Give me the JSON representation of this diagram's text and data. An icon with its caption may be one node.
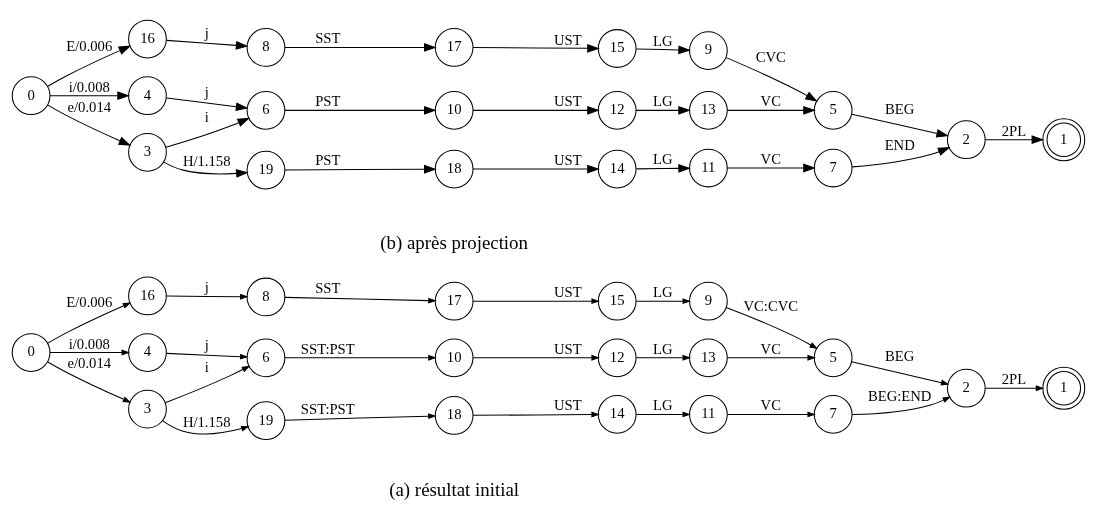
{
  "diagram": {
    "nodes": [
      {
        "text": [
          "0"
        ]
      },
      {
        "text": [
          "16"
        ]
      },
      {
        "text": [
          "4"
        ]
      },
      {
        "text": [
          "3"
        ]
      },
      {
        "text": [
          "8"
        ]
      },
      {
        "text": [
          "6"
        ]
      },
      {
        "text": [
          "19"
        ]
      },
      {
        "text": [
          "17"
        ]
      },
      {
        "text": [
          "10"
        ]
      },
      {
        "text": [
          "18"
        ]
      },
      {
        "text": [
          "15"
        ]
      },
      {
        "text": [
          "12"
        ]
      },
      {
        "text": [
          "14"
        ]
      },
      {
        "text": [
          "9"
        ]
      },
      {
        "text": [
          "13"
        ]
      },
      {
        "text": [
          "11"
        ]
      },
      {
        "text": [
          "5"
        ]
      },
      {
        "text": [
          "7"
        ]
      },
      {
        "text": [
          "2"
        ]
      },
      {
        "text": [
          "1"
        ]
      },
      {
        "text": [
          "0"
        ]
      },
      {
        "text": [
          "16"
        ]
      },
      {
        "text": [
          "4"
        ]
      },
      {
        "text": [
          "3"
        ]
      },
      {
        "text": [
          "8"
        ]
      },
      {
        "text": [
          "6"
        ]
      },
      {
        "text": [
          "19"
        ]
      },
      {
        "text": [
          "17"
        ]
      },
      {
        "text": [
          "10"
        ]
      },
      {
        "text": [
          "18"
        ]
      },
      {
        "text": [
          "15"
        ]
      },
      {
        "text": [
          "12"
        ]
      },
      {
        "text": [
          "14"
        ]
      },
      {
        "text": [
          "9"
        ]
      },
      {
        "text": [
          "13"
        ]
      },
      {
        "text": [
          "11"
        ]
      },
      {
        "text": [
          "5"
        ]
      },
      {
        "text": [
          "7"
        ]
      },
      {
        "text": [
          "2"
        ]
      },
      {
        "text": [
          "1"
        ]
      }
    ],
    "edges": [
      {
        "from": 0,
        "to": 1,
        "arrow": "to",
        "label": "E/0.006"
      },
      {
        "from": 0,
        "to": 2,
        "arrow": "to",
        "label": "i/0.008"
      },
      {
        "from": 0,
        "to": 3,
        "arrow": "to",
        "label": "e/0.014"
      },
      {
        "from": 1,
        "to": 4,
        "arrow": "to",
        "label": "j"
      },
      {
        "from": 2,
        "to": 5,
        "arrow": "to",
        "label": "j"
      },
      {
        "from": 3,
        "to": 5,
        "arrow": "to",
        "label": "i"
      },
      {
        "from": 3,
        "to": 6,
        "arrow": "to",
        "label": "H/1.158"
      },
      {
        "from": 4,
        "to": 7,
        "arrow": "to",
        "label": "SST"
      },
      {
        "from": 5,
        "to": 8,
        "arrow": "to",
        "label": "SST:PST"
      },
      {
        "from": 6,
        "to": 9,
        "arrow": "to",
        "label": "SST:PST"
      },
      {
        "from": 7,
        "to": 10,
        "arrow": "to",
        "label": "UST"
      },
      {
        "from": 8,
        "to": 11,
        "arrow": "to",
        "label": "UST"
      },
      {
        "from": 9,
        "to": 12,
        "arrow": "to",
        "label": "UST"
      },
      {
        "from": 10,
        "to": 13,
        "arrow": "to",
        "label": "LG"
      },
      {
        "from": 11,
        "to": 14,
        "arrow": "to",
        "label": "LG"
      },
      {
        "from": 12,
        "to": 15,
        "arrow": "to",
        "label": "LG"
      },
      {
        "from": 13,
        "to": 16,
        "arrow": "to",
        "label": "VC:CVC"
      },
      {
        "from": 14,
        "to": 16,
        "arrow": "to",
        "label": "VC"
      },
      {
        "from": 15,
        "to": 17,
        "arrow": "to",
        "label": "VC"
      },
      {
        "from": 16,
        "to": 18,
        "arrow": "to",
        "label": "BEG"
      },
      {
        "from": 17,
        "to": 18,
        "arrow": "to",
        "label": "BEG:END"
      },
      {
        "from": 18,
        "to": 19,
        "arrow": "to",
        "label": "2PL"
      },
      {
        "from": 20,
        "to": 21,
        "arrow": "to",
        "label": "E/0.006"
      },
      {
        "from": 20,
        "to": 22,
        "arrow": "to",
        "label": "i/0.008"
      },
      {
        "from": 20,
        "to": 23,
        "arrow": "to",
        "label": "e/0.014"
      },
      {
        "from": 21,
        "to": 24,
        "arrow": "to",
        "label": "j"
      },
      {
        "from": 22,
        "to": 25,
        "arrow": "to",
        "label": "j"
      },
      {
        "from": 23,
        "to": 25,
        "arrow": "to",
        "label": "i"
      },
      {
        "from": 23,
        "to": 26,
        "arrow": "to",
        "label": "H/1.158"
      },
      {
        "from": 24,
        "to": 27,
        "arrow": "to",
        "label": "SST"
      },
      {
        "from": 25,
        "to": 28,
        "arrow": "to",
        "label": "PST"
      },
      {
        "from": 26,
        "to": 29,
        "arrow": "to",
        "label": "PST"
      },
      {
        "from": 27,
        "to": 30,
        "arrow": "to",
        "label": "UST"
      },
      {
        "from": 28,
        "to": 31,
        "arrow": "to",
        "label": "UST"
      },
      {
        "from": 29,
        "to": 32,
        "arrow": "to",
        "label": "UST"
      },
      {
        "from": 30,
        "to": 33,
        "arrow": "to",
        "label": "LG"
      },
      {
        "from": 31,
        "to": 34,
        "arrow": "to",
        "label": "LG"
      },
      {
        "from": 32,
        "to": 35,
        "arrow": "to",
        "label": "LG"
      },
      {
        "from": 33,
        "to": 36,
        "arrow": "to",
        "label": "CVC"
      },
      {
        "from": 34,
        "to": 36,
        "arrow": "to",
        "label": "VC"
      },
      {
        "from": 35,
        "to": 37,
        "arrow": "to",
        "label": "VC"
      },
      {
        "from": 36,
        "to": 38,
        "arrow": "to",
        "label": "BEG"
      },
      {
        "from": 37,
        "to": 38,
        "arrow": "to",
        "label": "END"
      },
      {
        "from": 38,
        "to": 39,
        "arrow": "to",
        "label": "2PL"
      }
    ],
    "labels": [
      "(a) résultat initial",
      "(b) après projection"
    ]
  }
}
